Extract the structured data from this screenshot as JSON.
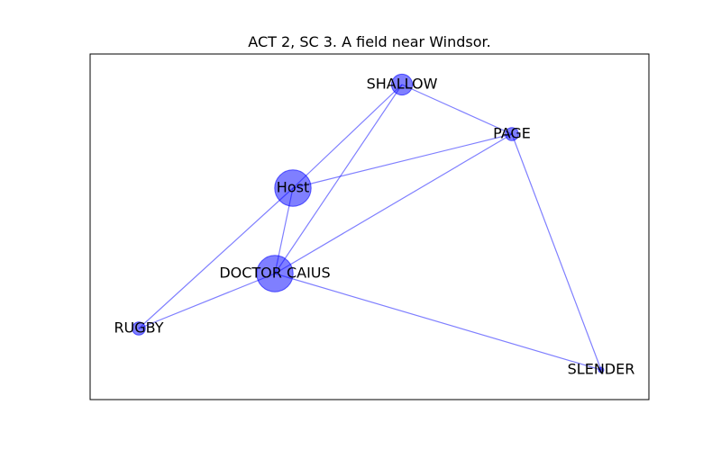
{
  "title": "ACT 2, SC 3. A field near Windsor.",
  "colors": {
    "node_fill": "#0000ff",
    "edge_stroke": "#0000ff",
    "frame": "#000000"
  },
  "graph": {
    "nodes": [
      {
        "id": "SHALLOW",
        "label": "SHALLOW",
        "weight": 2
      },
      {
        "id": "PAGE",
        "label": "PAGE",
        "weight": 1
      },
      {
        "id": "Host",
        "label": "Host",
        "weight": 4
      },
      {
        "id": "DOCTOR CAIUS",
        "label": "DOCTOR CAIUS",
        "weight": 4
      },
      {
        "id": "RUGBY",
        "label": "RUGBY",
        "weight": 1
      },
      {
        "id": "SLENDER",
        "label": "SLENDER",
        "weight": 0
      }
    ],
    "edges": [
      [
        "SHALLOW",
        "PAGE"
      ],
      [
        "SHALLOW",
        "Host"
      ],
      [
        "SHALLOW",
        "DOCTOR CAIUS"
      ],
      [
        "PAGE",
        "Host"
      ],
      [
        "PAGE",
        "DOCTOR CAIUS"
      ],
      [
        "PAGE",
        "SLENDER"
      ],
      [
        "Host",
        "DOCTOR CAIUS"
      ],
      [
        "Host",
        "RUGBY"
      ],
      [
        "DOCTOR CAIUS",
        "RUGBY"
      ],
      [
        "DOCTOR CAIUS",
        "SLENDER"
      ]
    ]
  }
}
